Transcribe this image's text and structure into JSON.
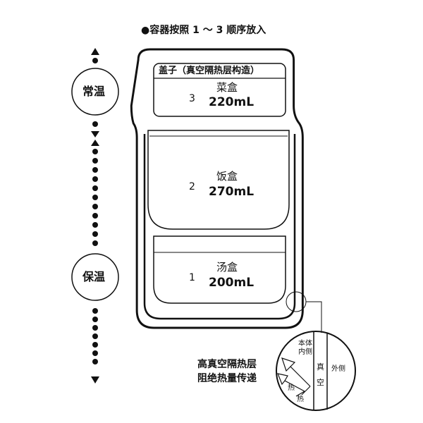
{
  "title": "●容器按照 1 ～ 3 顺序放入",
  "lid": {
    "label": "盖子（真空隔热层构造）",
    "number": "3",
    "name": "菜盒",
    "volume": "220mL"
  },
  "rice": {
    "number": "2",
    "name": "饭盒",
    "volume": "270mL"
  },
  "soup": {
    "number": "1",
    "name": "汤盒",
    "volume": "200mL"
  },
  "zones": {
    "normal": "常温",
    "warm": "保温"
  },
  "detail": {
    "inner": "本体内侧",
    "vacuum": "真空",
    "outer": "外侧",
    "heat1": "热",
    "heat2": "热"
  },
  "caption": {
    "line1": "高真空隔热层",
    "line2": "阻绝热量传递"
  }
}
